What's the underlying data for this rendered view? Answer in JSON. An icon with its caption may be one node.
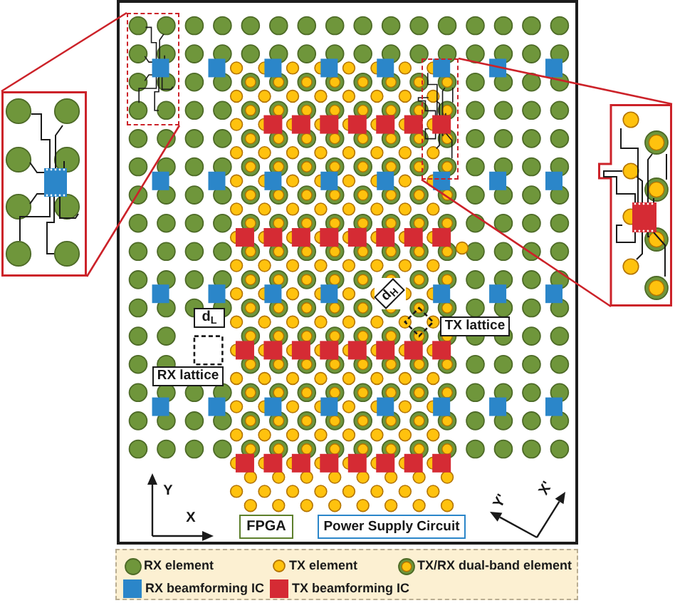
{
  "diagram": {
    "nodes": [
      {
        "text": [],
        "shape": "box"
      },
      {
        "text": [],
        "shape": "box",
        "in": 0
      },
      {
        "text": [],
        "shape": "picture"
      },
      {
        "text": [],
        "shape": "box",
        "in": 0
      },
      {
        "text": [],
        "shape": "picture"
      },
      {
        "text": [
          "d$_{L}$"
        ],
        "in": 0
      },
      {
        "text": [
          "RX lattice"
        ],
        "in": 0
      },
      {
        "text": [
          "d$_{H}$"
        ],
        "in": 0
      },
      {
        "text": [
          "TX lattice"
        ],
        "in": 0
      },
      {
        "text": [
          "FPGA"
        ],
        "in": 0
      },
      {
        "text": [
          "Power Supply Circuit"
        ],
        "in": 0
      }
    ],
    "edges": [
      {
        "from": 1,
        "to": 2,
        "arrow": "none"
      },
      {
        "from": 1,
        "to": 2,
        "arrow": "none"
      },
      {
        "from": 3,
        "to": 4,
        "arrow": "none"
      },
      {
        "from": 3,
        "to": 4,
        "arrow": "none"
      }
    ],
    "labels": [
      "Y",
      "X",
      "Y'",
      "X'"
    ],
    "legend": [
      {
        "text": "RX element",
        "color": "#6f963b"
      },
      {
        "text": "TX element",
        "color": "#ffc20e"
      },
      {
        "text": "TX/RX dual-band element"
      },
      {
        "text": "RX beamforming IC",
        "color": "#2b86c9"
      },
      {
        "text": "TX beamforming IC",
        "color": "#d52b34"
      }
    ]
  }
}
